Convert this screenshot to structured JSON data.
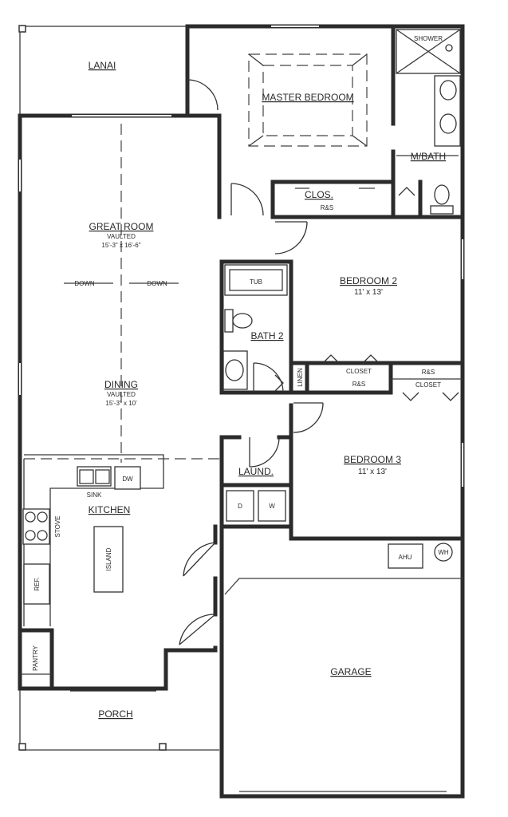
{
  "rooms": {
    "lanai": "LANAI",
    "master_bedroom": "MASTER BEDROOM",
    "shower": "SHOWER",
    "master_bath": "M/BATH",
    "closet_master": "CLOS.",
    "closet_master_rs": "R&S",
    "great_room": "GREAT ROOM",
    "great_room_note": "VAULTED",
    "great_room_dim": "15'-3\" x 16'-6\"",
    "down_left": "DOWN",
    "down_right": "DOWN",
    "dining": "DINING",
    "dining_note": "VAULTED",
    "dining_dim": "15'-3\" x 10'",
    "tub": "TUB",
    "bath2": "BATH 2",
    "bedroom2": "BEDROOM 2",
    "bedroom2_dim": "11' x 13'",
    "linen": "LINEN",
    "closet_b2": "CLOSET",
    "closet_b2_rs": "R&S",
    "closet_b3_rs": "R&S",
    "closet_b3": "CLOSET",
    "laundry": "LAUND.",
    "dryer": "D",
    "washer": "W",
    "bedroom3": "BEDROOM 3",
    "bedroom3_dim": "11' x 13'",
    "sink": "SINK",
    "dishwasher": "DW",
    "kitchen": "KITCHEN",
    "stove": "STOVE",
    "island": "ISLAND",
    "refrigerator": "REF.",
    "pantry": "PANTRY",
    "porch": "PORCH",
    "ahu": "AHU",
    "water_heater": "WH",
    "garage": "GARAGE"
  }
}
